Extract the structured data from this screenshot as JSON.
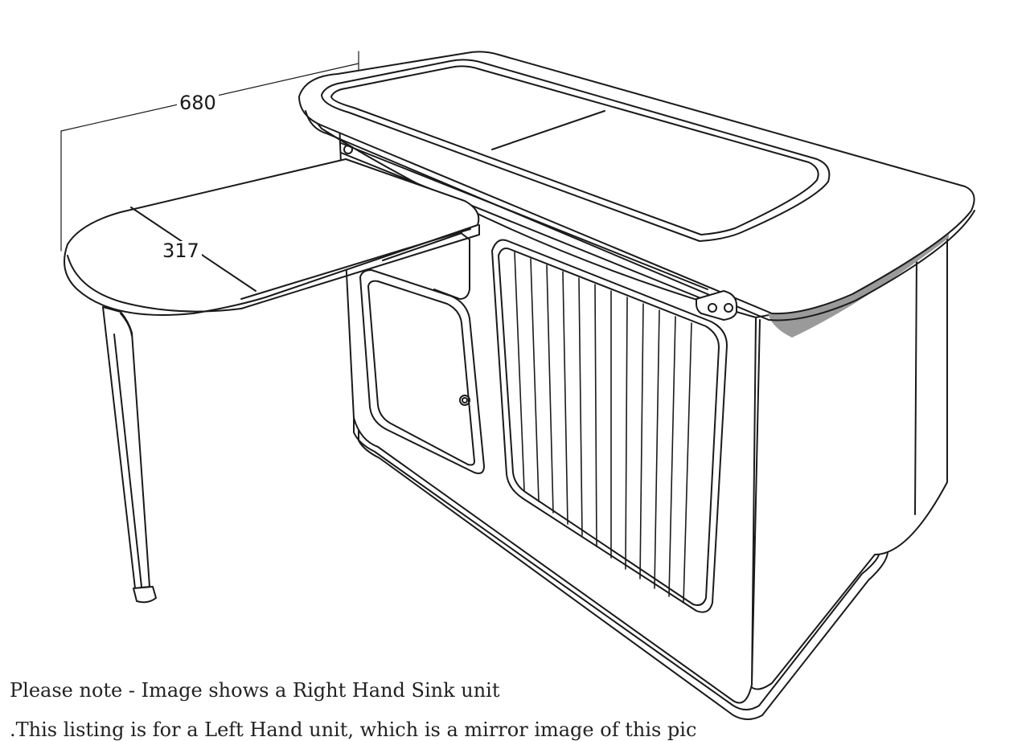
{
  "dimensions": {
    "depth": "680",
    "table_width": "317"
  },
  "notes": {
    "line1": "Please note - Image shows a Right Hand Sink unit",
    "line2": ".This listing is for a Left Hand unit, which is a mirror image of this pic"
  },
  "colors": {
    "line": "#1a1a1a",
    "fill": "#ffffff",
    "shadow": "#9a9a9a",
    "background": "#ffffff"
  }
}
